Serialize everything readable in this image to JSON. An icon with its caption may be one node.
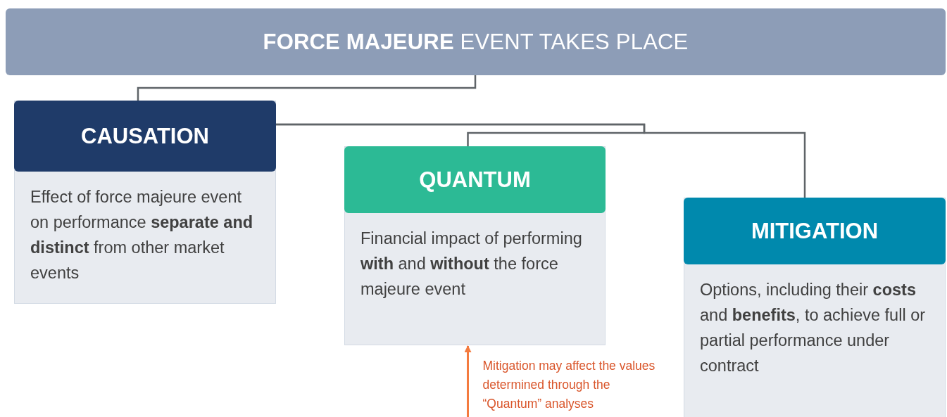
{
  "diagram": {
    "nodes": [
      {
        "text": [
          "**FORCE MAJEURE** EVENT TAKES PLACE"
        ]
      },
      {
        "text": [
          "CAUSATION",
          "Effect of force majeure event on performance **separate and distinct** from other market events"
        ]
      },
      {
        "text": [
          "QUANTUM",
          "Financial impact of performing **with** and **without** the force majeure event"
        ]
      },
      {
        "text": [
          "MITIGATION",
          "Options, including their **costs** and **benefits**, to achieve full or partial performance under contract"
        ]
      }
    ],
    "edges": [
      {
        "from": 0,
        "to": 1,
        "arrow": "none"
      },
      {
        "from": 1,
        "to": 2,
        "arrow": "none"
      },
      {
        "from": 1,
        "to": 3,
        "arrow": "none"
      },
      {
        "from": null,
        "to": 2,
        "arrow": "to",
        "color": "#f47b3f",
        "label": "Mitigation may affect the values determined through the “Quantum” analyses"
      }
    ]
  }
}
